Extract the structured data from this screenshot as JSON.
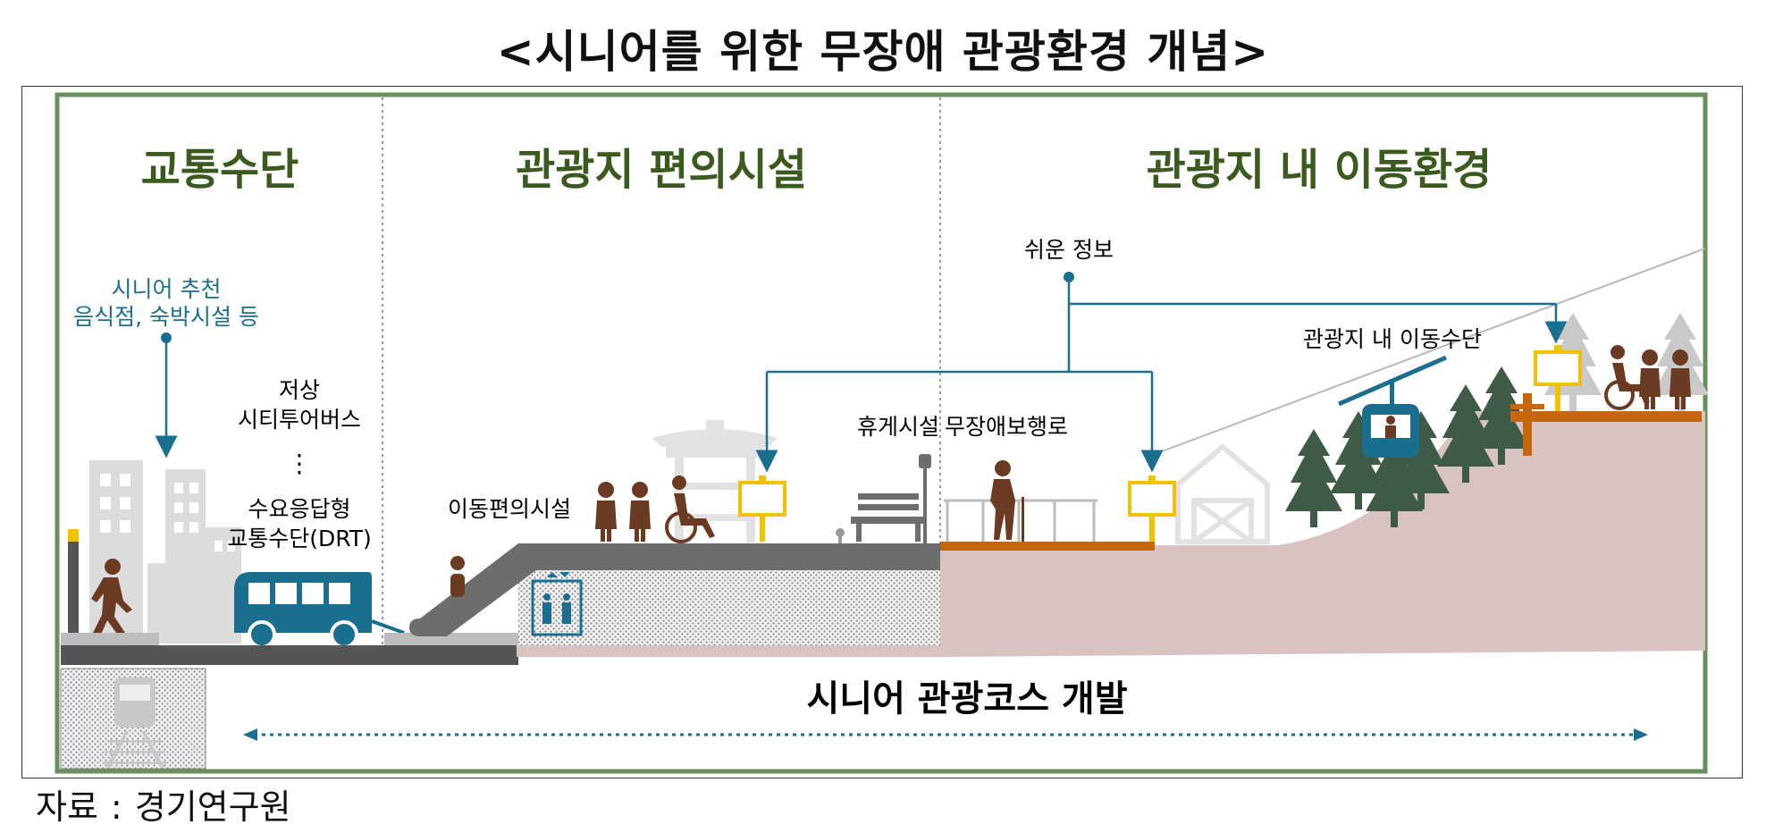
{
  "title": "<시니어를 위한 무장애 관광환경 개념>",
  "sections": {
    "transport": "교통수단",
    "convenience": "관광지 편의시설",
    "mobility": "관광지 내 이동환경"
  },
  "labels": {
    "senior_recommend_line1": "시니어 추천",
    "senior_recommend_line2": "음식점, 숙박시설 등",
    "lowfloor_line1": "저상",
    "lowfloor_line2": "시티투어버스",
    "ellipsis": "⋮",
    "drt_line1": "수요응답형",
    "drt_line2": "교통수단(DRT)",
    "mobility_aid": "이동편의시설",
    "rest_facility": "휴게시설",
    "barrier_free_path": "무장애보행로",
    "easy_info": "쉬운 정보",
    "in_site_transport": "관광지 내 이동수단",
    "course_dev": "시니어 관광코스 개발"
  },
  "source": {
    "label": "자료",
    "separator": ":",
    "name": "경기연구원"
  },
  "colors": {
    "section_title": "#3a5a1e",
    "frame": "#6a8f5f",
    "blue": "#1a6e8e",
    "people": "#6b3a22",
    "ground_pink": "#d9c3c0",
    "platform_gray": "#6d6d6d",
    "sign_yellow": "#f2c200",
    "wood_orange": "#c8660e",
    "tree_green": "#3f5a46"
  }
}
